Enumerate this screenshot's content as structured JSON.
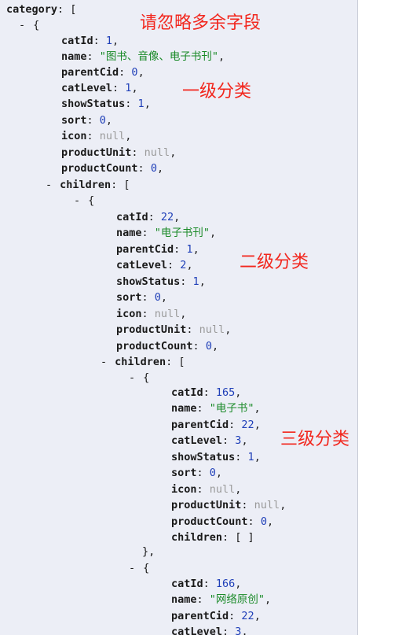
{
  "root_key": "category",
  "collapse_toggle": "-",
  "annotations": {
    "ignore_extra": "请忽略多余字段",
    "level1": "一级分类",
    "level2": "二级分类",
    "level3": "三级分类"
  },
  "level1": {
    "catId": 1,
    "name": "\"图书、音像、电子书刊\"",
    "parentCid": 0,
    "catLevel": 1,
    "showStatus": 1,
    "sort": 0,
    "icon": "null",
    "productUnit": "null",
    "productCount": 0
  },
  "level2": {
    "catId": 22,
    "name": "\"电子书刊\"",
    "parentCid": 1,
    "catLevel": 2,
    "showStatus": 1,
    "sort": 0,
    "icon": "null",
    "productUnit": "null",
    "productCount": 0
  },
  "level3_items": [
    {
      "catId": 165,
      "name": "\"电子书\"",
      "parentCid": 22,
      "catLevel": 3,
      "showStatus": 1,
      "sort": 0,
      "icon": "null",
      "productUnit": "null",
      "productCount": 0,
      "children": "[ ]"
    },
    {
      "catId": 166,
      "name": "\"网络原创\"",
      "parentCid": 22,
      "catLevel": 3
    }
  ],
  "colors": {
    "background": "#eceef6",
    "key": "#1a1a1a",
    "number": "#1f3fb8",
    "string": "#1a8a28",
    "null": "#9a9a9a",
    "annotation": "#f2271e"
  }
}
